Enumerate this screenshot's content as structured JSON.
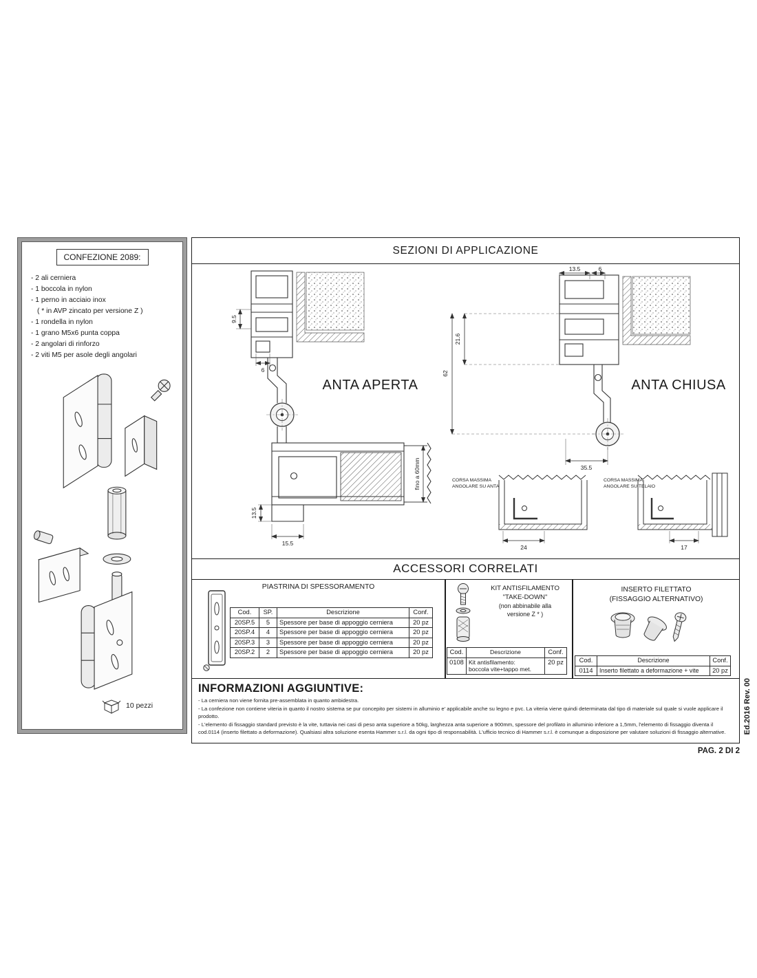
{
  "page": {
    "footer": "PAG. 2 DI 2",
    "edition": "Ed.2016 Rev. 00"
  },
  "confezione": {
    "title": "CONFEZIONE 2089:",
    "items": [
      "- 2 ali cerniera",
      "- 1 boccola in nylon",
      "- 1 perno in acciaio inox",
      "( * in  AVP zincato per versione Z )",
      "- 1 rondella in nylon",
      "- 1 grano M5x6 punta coppa",
      "- 2 angolari di rinforzo",
      "- 2 viti M5 per asole degli angolari"
    ],
    "qty_note": "10 pezzi"
  },
  "sezioni": {
    "title": "SEZIONI DI APPLICAZIONE",
    "anta_aperta": {
      "label": "ANTA APERTA",
      "dim_9_5": "9.5",
      "dim_6": "6",
      "dim_13_5": "13.5",
      "dim_15_5": "15.5",
      "dim_fino": "fino a 60mm"
    },
    "anta_chiusa": {
      "label": "ANTA CHIUSA",
      "dim_13_5": "13.5",
      "dim_6": "6",
      "dim_21_6": "21.6",
      "dim_62": "62",
      "dim_35_5": "35.5"
    },
    "corsa_anta": {
      "label_line1": "CORSA MASSIMA",
      "label_line2": "ANGOLARE SU ANTA",
      "dim": "24"
    },
    "corsa_telaio": {
      "label_line1": "CORSA MASSIMA",
      "label_line2": "ANGOLARE SU TELAIO",
      "dim": "17"
    }
  },
  "accessori": {
    "title": "ACCESSORI CORRELATI",
    "piastrina": {
      "title": "PIASTRINA DI SPESSORAMENTO",
      "headers": [
        "Cod.",
        "SP.",
        "Descrizione",
        "Conf."
      ],
      "rows": [
        [
          "20SP.5",
          "5",
          "Spessore per base di appoggio cerniera",
          "20 pz"
        ],
        [
          "20SP.4",
          "4",
          "Spessore per base di appoggio cerniera",
          "20 pz"
        ],
        [
          "20SP.3",
          "3",
          "Spessore per base di appoggio cerniera",
          "20 pz"
        ],
        [
          "20SP.2",
          "2",
          "Spessore per base di appoggio cerniera",
          "20 pz"
        ]
      ]
    },
    "kit": {
      "title_line1": "KIT ANTISFILAMENTO",
      "title_line2": "\"TAKE-DOWN\"",
      "title_line3": "(non abbinabile alla",
      "title_line4": "versione Z * )",
      "headers": [
        "Cod.",
        "Descrizione",
        "Conf."
      ],
      "row": {
        "cod": "0108",
        "desc_line1": "Kit antisfilamento:",
        "desc_line2": "boccola vite+tappo met.",
        "conf": "20 pz"
      }
    },
    "inserto": {
      "title_line1": "INSERTO FILETTATO",
      "title_line2": "(FISSAGGIO ALTERNATIVO)",
      "headers": [
        "Cod.",
        "Descrizione",
        "Conf."
      ],
      "row": {
        "cod": "0114",
        "desc": "Inserto filettato a deformazione + vite",
        "conf": "20 pz"
      }
    }
  },
  "informazioni": {
    "title": "INFORMAZIONI AGGIUNTIVE:",
    "lines": [
      "- La cerniera non viene fornita pre-assemblata in quanto ambidestra.",
      "- La confezione non contiene viteria in quanto il nostro sistema se pur concepito per sistemi in alluminio e' applicabile anche su legno e pvc. La viteria viene quindi determinata dal tipo di materiale sul quale si vuole applicare il prodotto.",
      "- L'elemento di fissaggio standard previsto è la vite, tuttavia nei casi di peso anta superiore a 50kg, larghezza anta superiore a 900mm, spessore del profilato in alluminio inferiore a 1,5mm, l'elemento di fissaggio diventa il cod.0114 (inserto filettato a deformazione). Qualsiasi altra soluzione esenta Hammer s.r.l. da ogni tipo di responsabilità. L'ufficio tecnico di Hammer s.r.l. è comunque a disposizione per valutare soluzioni di fissaggio alternative."
    ]
  }
}
